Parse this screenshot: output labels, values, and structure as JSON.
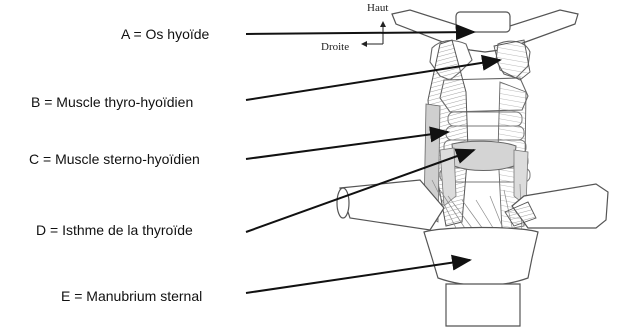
{
  "labels": {
    "a": "A = Os hyoïde",
    "b": "B = Muscle thyro-hyoïdien",
    "c": "C = Muscle sterno-hyoïdien",
    "d": "D = Isthme de la thyroïde",
    "e": "E = Manubrium sternal"
  },
  "orientation": {
    "up": "Haut",
    "right": "Droite"
  },
  "colors": {
    "line": "#111111",
    "sketch": "#6a6a6a",
    "muscle_shade": "#b9b9b9"
  }
}
